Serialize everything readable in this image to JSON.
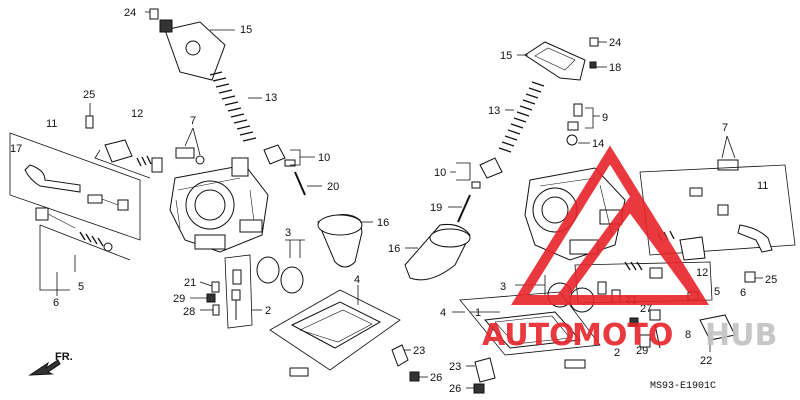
{
  "diagram_code": "MS93-E1901C",
  "front_marker": "FR.",
  "watermark": {
    "text_a": "AUTO",
    "text_b": "MOTO",
    "text_c": "HUB",
    "accent_color": "#e8242a",
    "text_color": "#c2c2c2"
  },
  "callouts_left": [
    "24",
    "15",
    "13",
    "25",
    "12",
    "7",
    "11",
    "17",
    "10",
    "20",
    "16",
    "3",
    "21",
    "29",
    "28",
    "2",
    "4",
    "23",
    "26",
    "5",
    "6"
  ],
  "callouts_right": [
    "15",
    "24",
    "18",
    "13",
    "9",
    "14",
    "7",
    "10",
    "19",
    "16",
    "11",
    "3",
    "1",
    "4",
    "21",
    "8",
    "12",
    "25",
    "5",
    "6",
    "27",
    "29",
    "22",
    "23",
    "26",
    "2"
  ]
}
